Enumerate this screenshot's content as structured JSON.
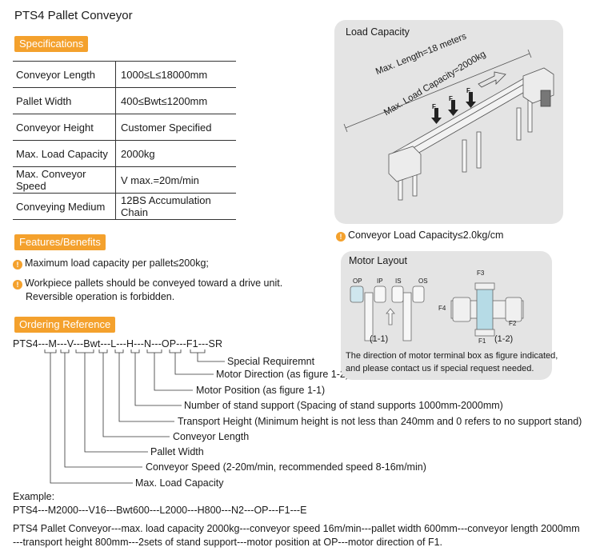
{
  "title": "PTS4 Pallet Conveyor",
  "sections": {
    "specifications": "Specifications",
    "features": "Features/Benefits",
    "ordering": "Ordering Reference"
  },
  "specs": [
    {
      "label": "Conveyor Length",
      "value": "1000≤L≤18000mm"
    },
    {
      "label": "Pallet Width",
      "value": "400≤Bwt≤1200mm"
    },
    {
      "label": "Conveyor Height",
      "value": "Customer Specified"
    },
    {
      "label": "Max. Load Capacity",
      "value": "2000kg"
    },
    {
      "label": "Max. Conveyor Speed",
      "value": "V max.=20m/min"
    },
    {
      "label": "Conveying Medium",
      "value": "12BS Accumulation Chain"
    }
  ],
  "features": [
    "Maximum load capacity per pallet≤200kg;",
    "Workpiece pallets should be conveyed toward a drive unit.",
    "Reversible operation is forbidden."
  ],
  "load_panel": {
    "title": "Load Capacity",
    "max_length": "Max. Length=18 meters",
    "max_load": "Max. Load Capacity=2000kg",
    "force": "F",
    "note": "Conveyor  Load Capacity≤2.0kg/cm"
  },
  "motor_panel": {
    "title": "Motor Layout",
    "positions": [
      "OP",
      "IP",
      "IS",
      "OS"
    ],
    "fig1": "(1-1)",
    "fig2": "(1-2)",
    "directions": [
      "F1",
      "F2",
      "F3",
      "F4"
    ],
    "note_line1": "The direction of motor terminal box as figure indicated,",
    "note_line2": "and please contact us if special request needed."
  },
  "ordering": {
    "code": "PTS4---M---V---Bwt---L---H---N---OP---F1---SR",
    "labels": [
      "Special Requiremnt",
      "Motor Direction (as figure 1-2)",
      "Motor Position (as figure 1-1)",
      "Number of stand support (Spacing of stand supports 1000mm-2000mm)",
      "Transport Height (Minimum height is not less than 240mm and 0 refers to no support stand)",
      "Conveyor Length",
      "Pallet Width",
      "Conveyor Speed (2-20m/min, recommended speed 8-16m/min)",
      "Max. Load Capacity"
    ]
  },
  "example": {
    "heading": "Example:",
    "code": "PTS4---M2000---V16---Bwt600---L2000---H800---N2---OP---F1---E",
    "desc_line1": "PTS4 Pallet Conveyor---max. load capacity 2000kg---conveyor speed 16m/min---pallet width 600mm---conveyor length 2000mm",
    "desc_line2": "---transport height 800mm---2sets of stand support---motor position at OP---motor direction of F1."
  }
}
